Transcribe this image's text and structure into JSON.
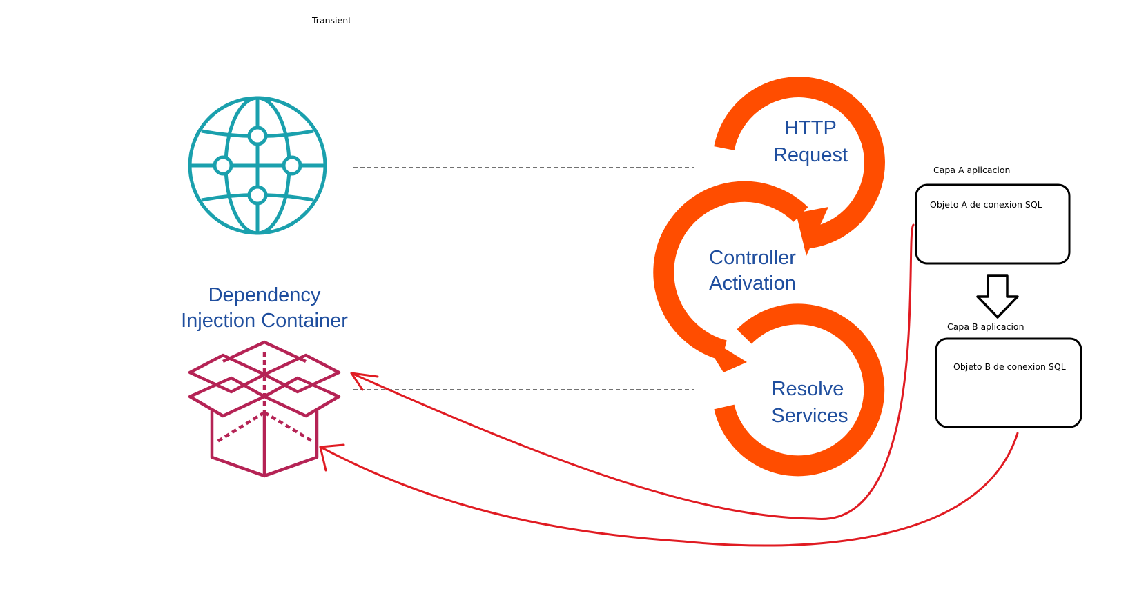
{
  "header": {
    "label": "Transient"
  },
  "container": {
    "title_line1": "Dependency",
    "title_line2": "Injection Container"
  },
  "cycle": {
    "step1_line1": "HTTP",
    "step1_line2": "Request",
    "step2_line1": "Controller",
    "step2_line2": "Activation",
    "step3_line1": "Resolve",
    "step3_line2": "Services"
  },
  "layers": {
    "a_label": "Capa A aplicacion",
    "a_object": "Objeto A de conexion SQL",
    "b_label": "Capa B aplicacion",
    "b_object": "Objeto B de conexion SQL"
  },
  "icons": {
    "globe": "globe-network-icon",
    "box": "open-box-icon"
  },
  "colors": {
    "globe": "#1aa0ad",
    "container_text": "#1f4e9e",
    "box": "#b52355",
    "cycle_ring": "#ff4d00",
    "cycle_text": "#1f4e9e",
    "arrow": "#e01b22",
    "outline": "#000000"
  }
}
